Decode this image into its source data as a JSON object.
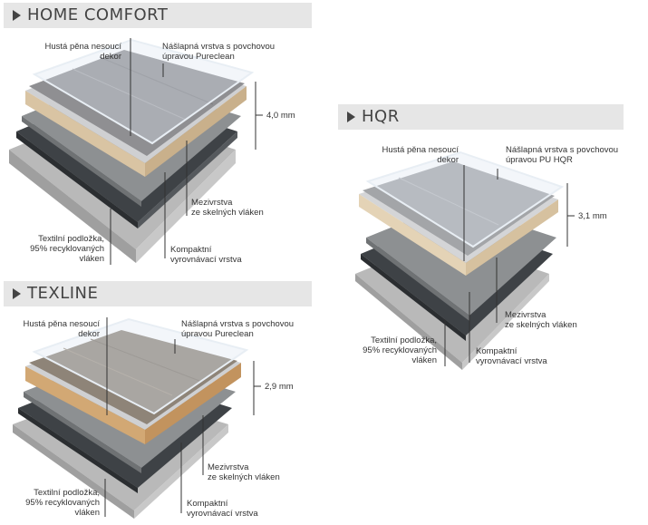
{
  "panels": [
    {
      "title": "HOME COMFORT",
      "decor_label": [
        "Hustá pěna nesoucí",
        "dekor"
      ],
      "wear_label": [
        "Nášlapná vrstva s povchovou",
        "úpravou Pureclean"
      ],
      "thickness": "4,0 mm",
      "glass_label": [
        "Mezivrstva",
        "ze skelných vláken"
      ],
      "textile_label": [
        "Textilní podložka,",
        "95% recyklovaných",
        "vláken"
      ],
      "compact_label": [
        "Kompaktní",
        "vyrovnávací vrstva"
      ],
      "colors": {
        "decor": "#8f8f92",
        "foam": "#d9c4a3"
      }
    },
    {
      "title": "HQR",
      "decor_label": [
        "Hustá pěna nesoucí",
        "dekor"
      ],
      "wear_label": [
        "Nášlapná vrstva s povchovou",
        "úpravou PU HQR"
      ],
      "thickness": "3,1 mm",
      "glass_label": [
        "Mezivrstva",
        "ze skelných vláken"
      ],
      "textile_label": [
        "Textilní podložka,",
        "95% recyklovaných",
        "vláken"
      ],
      "compact_label": [
        "Kompaktní",
        "vyrovnávací vrstva"
      ],
      "colors": {
        "decor": "#a3a5a8",
        "foam": "#e4d3b6"
      }
    },
    {
      "title": "TEXLINE",
      "decor_label": [
        "Hustá pěna nesoucí",
        "dekor"
      ],
      "wear_label": [
        "Nášlapná vrstva s povchovou",
        "úpravou Pureclean"
      ],
      "thickness": "2,9 mm",
      "glass_label": [
        "Mezivrstva",
        "ze skelných vláken"
      ],
      "textile_label": [
        "Textilní podložka,",
        "95% recyklovaných",
        "vláken"
      ],
      "compact_label": [
        "Kompaktní",
        "vyrovnávací vrstva"
      ],
      "colors": {
        "decor": "#8e8478",
        "foam": "#d2a874"
      }
    }
  ]
}
